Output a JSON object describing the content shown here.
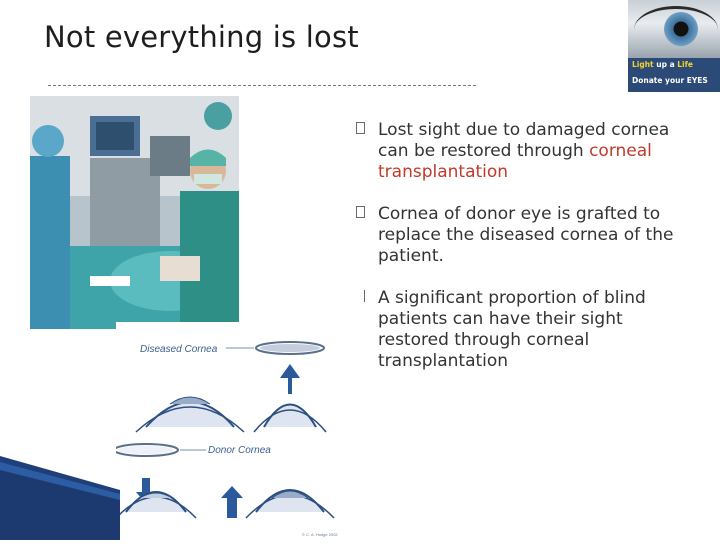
{
  "slide": {
    "title": "Not everything is lost"
  },
  "logo": {
    "line1_a": "Light",
    "line1_b": " up a ",
    "line1_c": "Life",
    "line2": "Donate your EYES"
  },
  "diagram": {
    "label_top": "Diseased Cornea",
    "label_mid": "Donor Cornea",
    "credit": "© C. A. Hodge 2002"
  },
  "bullets": [
    {
      "text_before": "Lost sight due to damaged cornea can be restored through ",
      "highlight": "corneal transplantation"
    },
    {
      "text_before": "Cornea of donor eye is grafted to replace the diseased cornea of the patient.",
      "highlight": ""
    },
    {
      "text_before": "A significant proportion of blind patients can have their sight restored through corneal transplantation",
      "highlight": ""
    }
  ],
  "colors": {
    "highlight": "#c0392b",
    "logo_bg": "#2b4a78",
    "logo_accent": "#f5d22b"
  }
}
